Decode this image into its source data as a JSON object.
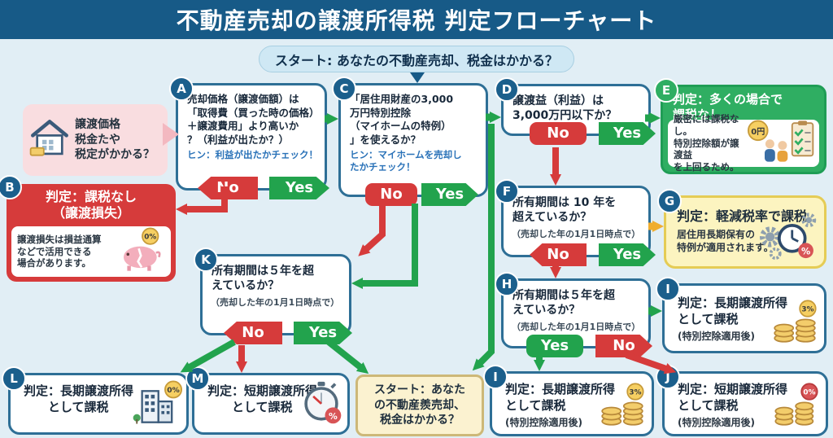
{
  "header": {
    "title": "不動産売却の譲渡所得税 判定フローチャート"
  },
  "colors": {
    "header_bg": "#175a87",
    "canvas_bg": "#e1eef5",
    "box_border": "#2e6f96",
    "letter_badge": "#1b5f8c",
    "no_red": "#d63b3b",
    "yes_green": "#22a34d",
    "result_green": "#2fae62",
    "result_yellow": "#fcf4c0",
    "start_pill": "#cfe8f4",
    "bubble_pink": "#f9dde0",
    "start_bottom_bg": "#fbf2d0",
    "coin_gold": "#f3cd6b"
  },
  "labels": {
    "no": "No",
    "yes": "Yes"
  },
  "start_top": {
    "label": "スタート: あなたの不動産売却、税金はかかる？"
  },
  "bubble": {
    "icon": "house-icon",
    "text": "譲渡価格\n税金たや\n税定がかかる？"
  },
  "nodes": {
    "A": {
      "letter": "A",
      "text": "売却価格（譲渡価額）は\n「取得費（買った時の価格）\n＋譲渡費用」より高いか\n？（利益が出たか？）",
      "hint": "ヒン：利益が出たかチェック！"
    },
    "B": {
      "letter": "B",
      "title": "判定：課税なし\n（譲渡損失）",
      "body": "譲渡損失は損益通算\nなどで活用できる\n場合があります。",
      "badge": "0%",
      "icon": "piggy-bank-icon"
    },
    "C": {
      "letter": "C",
      "text": "「居住用財産の3,000\n万円特別控除\n（マイホームの特例）\n」を使えるか？",
      "hint": "ヒン：マイホームを売却し\nたかチェック！"
    },
    "D": {
      "letter": "D",
      "text": "譲渡益（利益）は\n3,000万円以下か？"
    },
    "E": {
      "letter": "E",
      "title": "判定：多くの場合で\n課税なし",
      "body": "厳密には課税なし。\n特別控除額が譲渡益\nを上回るため。",
      "badge": "0円",
      "icon": "family-checklist-icon"
    },
    "F": {
      "letter": "F",
      "text": "所有期間は 10 年を\n超えているか？",
      "sub": "（売却した年の1月1日時点で）"
    },
    "G": {
      "letter": "G",
      "title": "判定：軽減税率で課税",
      "body": "居住用長期保有の\n特例が適用されます。",
      "badge": "%",
      "icon": "clock-gears-icon"
    },
    "H": {
      "letter": "H",
      "text": "所有期間は５年を超\nえているか？",
      "sub": "（売却した年の1月1日時点で）"
    },
    "I_mid": {
      "letter": "I",
      "title": "判定：長期譲渡所得\nとして課税",
      "sub": "(特別控除適用後)",
      "badge": "3%",
      "icon": "coin-stack-icon"
    },
    "K": {
      "letter": "K",
      "text": "所有期間は５年を超\nえているか？",
      "sub": "（売却した年の1月1日時点で）"
    },
    "L": {
      "letter": "L",
      "title": "判定：長期譲渡所得\n　　として課税",
      "badge": "0%",
      "icon": "building-icon"
    },
    "M": {
      "letter": "M",
      "title": "判定：短期譲渡所得\n　　として課税",
      "badge": "%",
      "icon": "stopwatch-icon"
    },
    "start_bottom": {
      "label": "スタート：あなた\nの不動産羨売却、\n税金はかかる？"
    },
    "I_bottom": {
      "letter": "I",
      "title": "判定：長期譲渡所得\nとして課税",
      "sub": "(特別控除適用後)",
      "badge": "3%",
      "icon": "coin-stack-icon"
    },
    "J": {
      "letter": "J",
      "title": "判定：短期譲渡所得\nとして課税",
      "sub": "(特別控除適用後)",
      "badge": "0%",
      "icon": "coin-stack-icon"
    }
  }
}
